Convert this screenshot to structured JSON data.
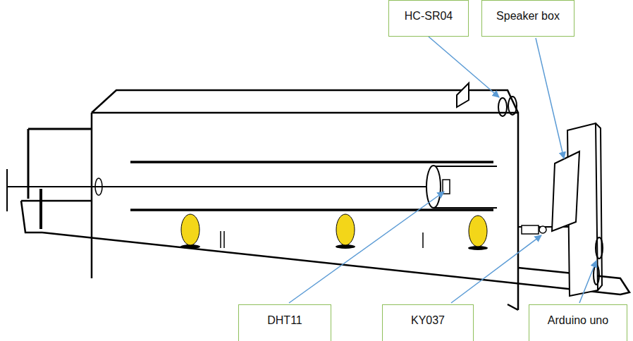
{
  "diagram": {
    "nodes": [
      {
        "text": [
          "HC-SR04"
        ]
      },
      {
        "text": [
          "Speaker box"
        ]
      },
      {
        "text": [
          "DHT11"
        ]
      },
      {
        "text": [
          "KY037"
        ]
      },
      {
        "text": [
          "Arduino uno"
        ]
      }
    ]
  }
}
